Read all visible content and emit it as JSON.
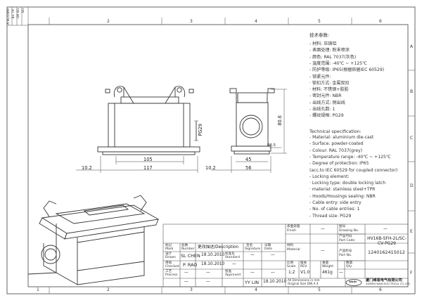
{
  "frame": {
    "zone_numbers": [
      "1",
      "2",
      "3",
      "4",
      "5",
      "6"
    ],
    "zone_letters": [
      "A",
      "B",
      "C",
      "D",
      "E",
      "F"
    ]
  },
  "revision_strip": [
    "A BL/Date",
    "Bü 7ã'",
    "LW Bü",
    "Bü"
  ],
  "spec_cn": {
    "title": "技术参数:",
    "lines": [
      "- 材料: 压铸铝",
      "- 表面处理: 粉末喷涂",
      "- 颜色: RAL 7037(灰色)",
      "- 温度范围: -40℃ ~ +125℃",
      "- 防护等级: IP65(根据依据IEC 60529)",
      "- 锁紧元件:",
      "  · 锁扣方式: 金属双扣",
      "  · 材料: 不锈钢+胶胶",
      "- 密封元件: NBR",
      "- 出线方式: 侧出线",
      "- 出线孔数: 1",
      "- 螺纹规格: PG29"
    ]
  },
  "spec_en": {
    "title": "Technical specification:",
    "lines": [
      "- Material: aluminium die-cast",
      "- Surface: powder-coated",
      "- Colour: RAL 7037(grey)",
      "- Temperature range: -40℃ ~ +125℃",
      "- Degree of protection: IP65",
      "  (acc.to IEC 60529 for coupled connector)",
      "- Locking element:",
      "  · Locking type: double locking latch",
      "  · material: stainless steel+TPR",
      "- Hoods/Housings sealing: NBR",
      "- Cable entry: side entry",
      "- No. of cable entries: 1",
      "- Thread size: PG29"
    ]
  },
  "dimensions": {
    "width_inner": "105",
    "width_outer": "117",
    "offset": "10.2",
    "thread": "PG29",
    "side_top": "45",
    "side_bottom": "56",
    "side_offset": "10.2",
    "height": "80.6",
    "hole": "Φ6.5"
  },
  "title_block": {
    "surface_finish_label_cn": "表面处理",
    "surface_finish_label_en": "Finish",
    "surface_finish_value": "—",
    "material_label_cn": "材料",
    "material_label_en": "Material",
    "material_value": "—",
    "part_code_label_cn": "产品代码",
    "part_code_label_en": "Part Code",
    "part_code_value": "HV16B-SFH-2L/SC-CV-PG29",
    "drawing_no_label_cn": "图号",
    "drawing_no_label_en": "Drawing No.",
    "drawing_no_value": "—",
    "part_no_label_cn": "产品料号",
    "part_no_label_en": "Part No.",
    "part_no_value": "1240162415012",
    "scale_label_cn": "比例",
    "scale_label_en": "Scale",
    "scale_value": "1:2",
    "rev_label_cn": "版本",
    "rev_label_en": "REV.",
    "rev_value": "V1.0",
    "weight_label_cn": "重量",
    "weight_label_en": "Weight",
    "weight_value": "461g",
    "qty_label_cn": "数量",
    "qty_label_en": "Qty.",
    "qty_value": "—",
    "col_mark_cn": "标记",
    "col_mark_en": "Mark",
    "col_number_cn": "处数",
    "col_number_en": "Number",
    "col_desc_cn": "更改描述",
    "col_desc_en": "Description",
    "col_sign_cn": "签名",
    "col_sign_en": "Signature",
    "col_date_cn": "日期",
    "col_date_en": "Date",
    "drawn_cn": "设计",
    "drawn_en": "Drawn",
    "drawn_by": "SL CHEN",
    "drawn_date": "18.10.2010",
    "checked_cn": "审核",
    "checked_en": "Checked",
    "checked_by": "P. RAO",
    "checked_date": "18.10.2010",
    "process_cn": "工艺",
    "process_en": "Process",
    "process_by": "—",
    "process_date": "—",
    "approved_cn": "批准",
    "approved_en": "Approved",
    "approved_by": "YY LIN",
    "approved_date": "18.10.2010",
    "standard_cn": "标准化",
    "standard_en": "Standard",
    "standard_by": "—",
    "standard_date": "—",
    "note1": "All Dimensions in mm",
    "note2": "Original Size DIN A 4",
    "company_cn": "厦门维恩电气有限公司",
    "company_en": "XIAMEN WAIN ELECTRICAL CO.,LTD",
    "logo_text": "WAIN"
  }
}
